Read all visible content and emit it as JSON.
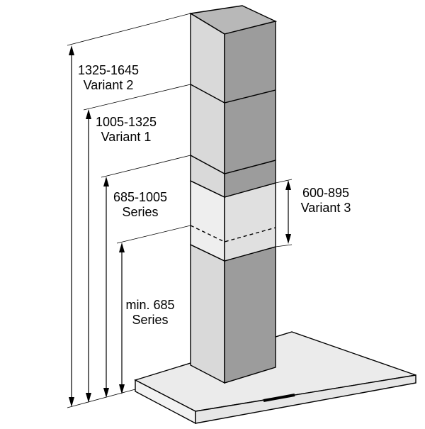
{
  "dimensions": [
    {
      "range": "1325-1645",
      "label": "Variant 2"
    },
    {
      "range": "1005-1325",
      "label": "Variant 1"
    },
    {
      "range": "685-1005",
      "label": "Series"
    },
    {
      "range": "min. 685",
      "label": "Series"
    },
    {
      "range": "600-895",
      "label": "Variant 3"
    }
  ],
  "colors": {
    "frontFace": "#d9d9d9",
    "sideFace": "#9c9c9c",
    "topFace": "#b8b8b8",
    "extensionFace": "#eeeeee",
    "extensionSide": "#e0e0e0",
    "hoodTop": "#ebebeb",
    "hoodFront": "#f2f2f2",
    "stroke": "#000000"
  }
}
